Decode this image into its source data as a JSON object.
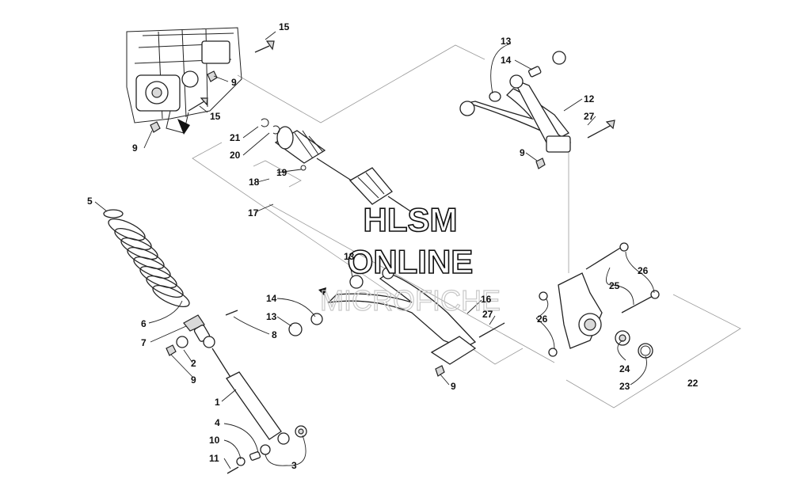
{
  "watermark": {
    "line1": "HLSM",
    "line2": "ONLINE",
    "line3": "MICROFICHE"
  },
  "callouts": [
    {
      "id": "c15a",
      "label": "15"
    },
    {
      "id": "c9a",
      "label": "9"
    },
    {
      "id": "c15b",
      "label": "15"
    },
    {
      "id": "c9b",
      "label": "9"
    },
    {
      "id": "c21",
      "label": "21"
    },
    {
      "id": "c20",
      "label": "20"
    },
    {
      "id": "c19",
      "label": "19"
    },
    {
      "id": "c18",
      "label": "18"
    },
    {
      "id": "c17",
      "label": "17"
    },
    {
      "id": "c13a",
      "label": "13"
    },
    {
      "id": "c14a",
      "label": "14"
    },
    {
      "id": "c12",
      "label": "12"
    },
    {
      "id": "c27a",
      "label": "27"
    },
    {
      "id": "c9c",
      "label": "9"
    },
    {
      "id": "c5",
      "label": "5"
    },
    {
      "id": "c6",
      "label": "6"
    },
    {
      "id": "c7",
      "label": "7"
    },
    {
      "id": "c8",
      "label": "8"
    },
    {
      "id": "c2",
      "label": "2"
    },
    {
      "id": "c9d",
      "label": "9"
    },
    {
      "id": "c13b",
      "label": "13"
    },
    {
      "id": "c14b",
      "label": "14"
    },
    {
      "id": "c13c",
      "label": "13"
    },
    {
      "id": "c16",
      "label": "16"
    },
    {
      "id": "c27b",
      "label": "27"
    },
    {
      "id": "c9e",
      "label": "9"
    },
    {
      "id": "c26a",
      "label": "26"
    },
    {
      "id": "c25",
      "label": "25"
    },
    {
      "id": "c26b",
      "label": "26"
    },
    {
      "id": "c24",
      "label": "24"
    },
    {
      "id": "c23",
      "label": "23"
    },
    {
      "id": "c22",
      "label": "22"
    },
    {
      "id": "c1",
      "label": "1"
    },
    {
      "id": "c4",
      "label": "4"
    },
    {
      "id": "c10",
      "label": "10"
    },
    {
      "id": "c11",
      "label": "11"
    },
    {
      "id": "c3",
      "label": "3"
    }
  ]
}
